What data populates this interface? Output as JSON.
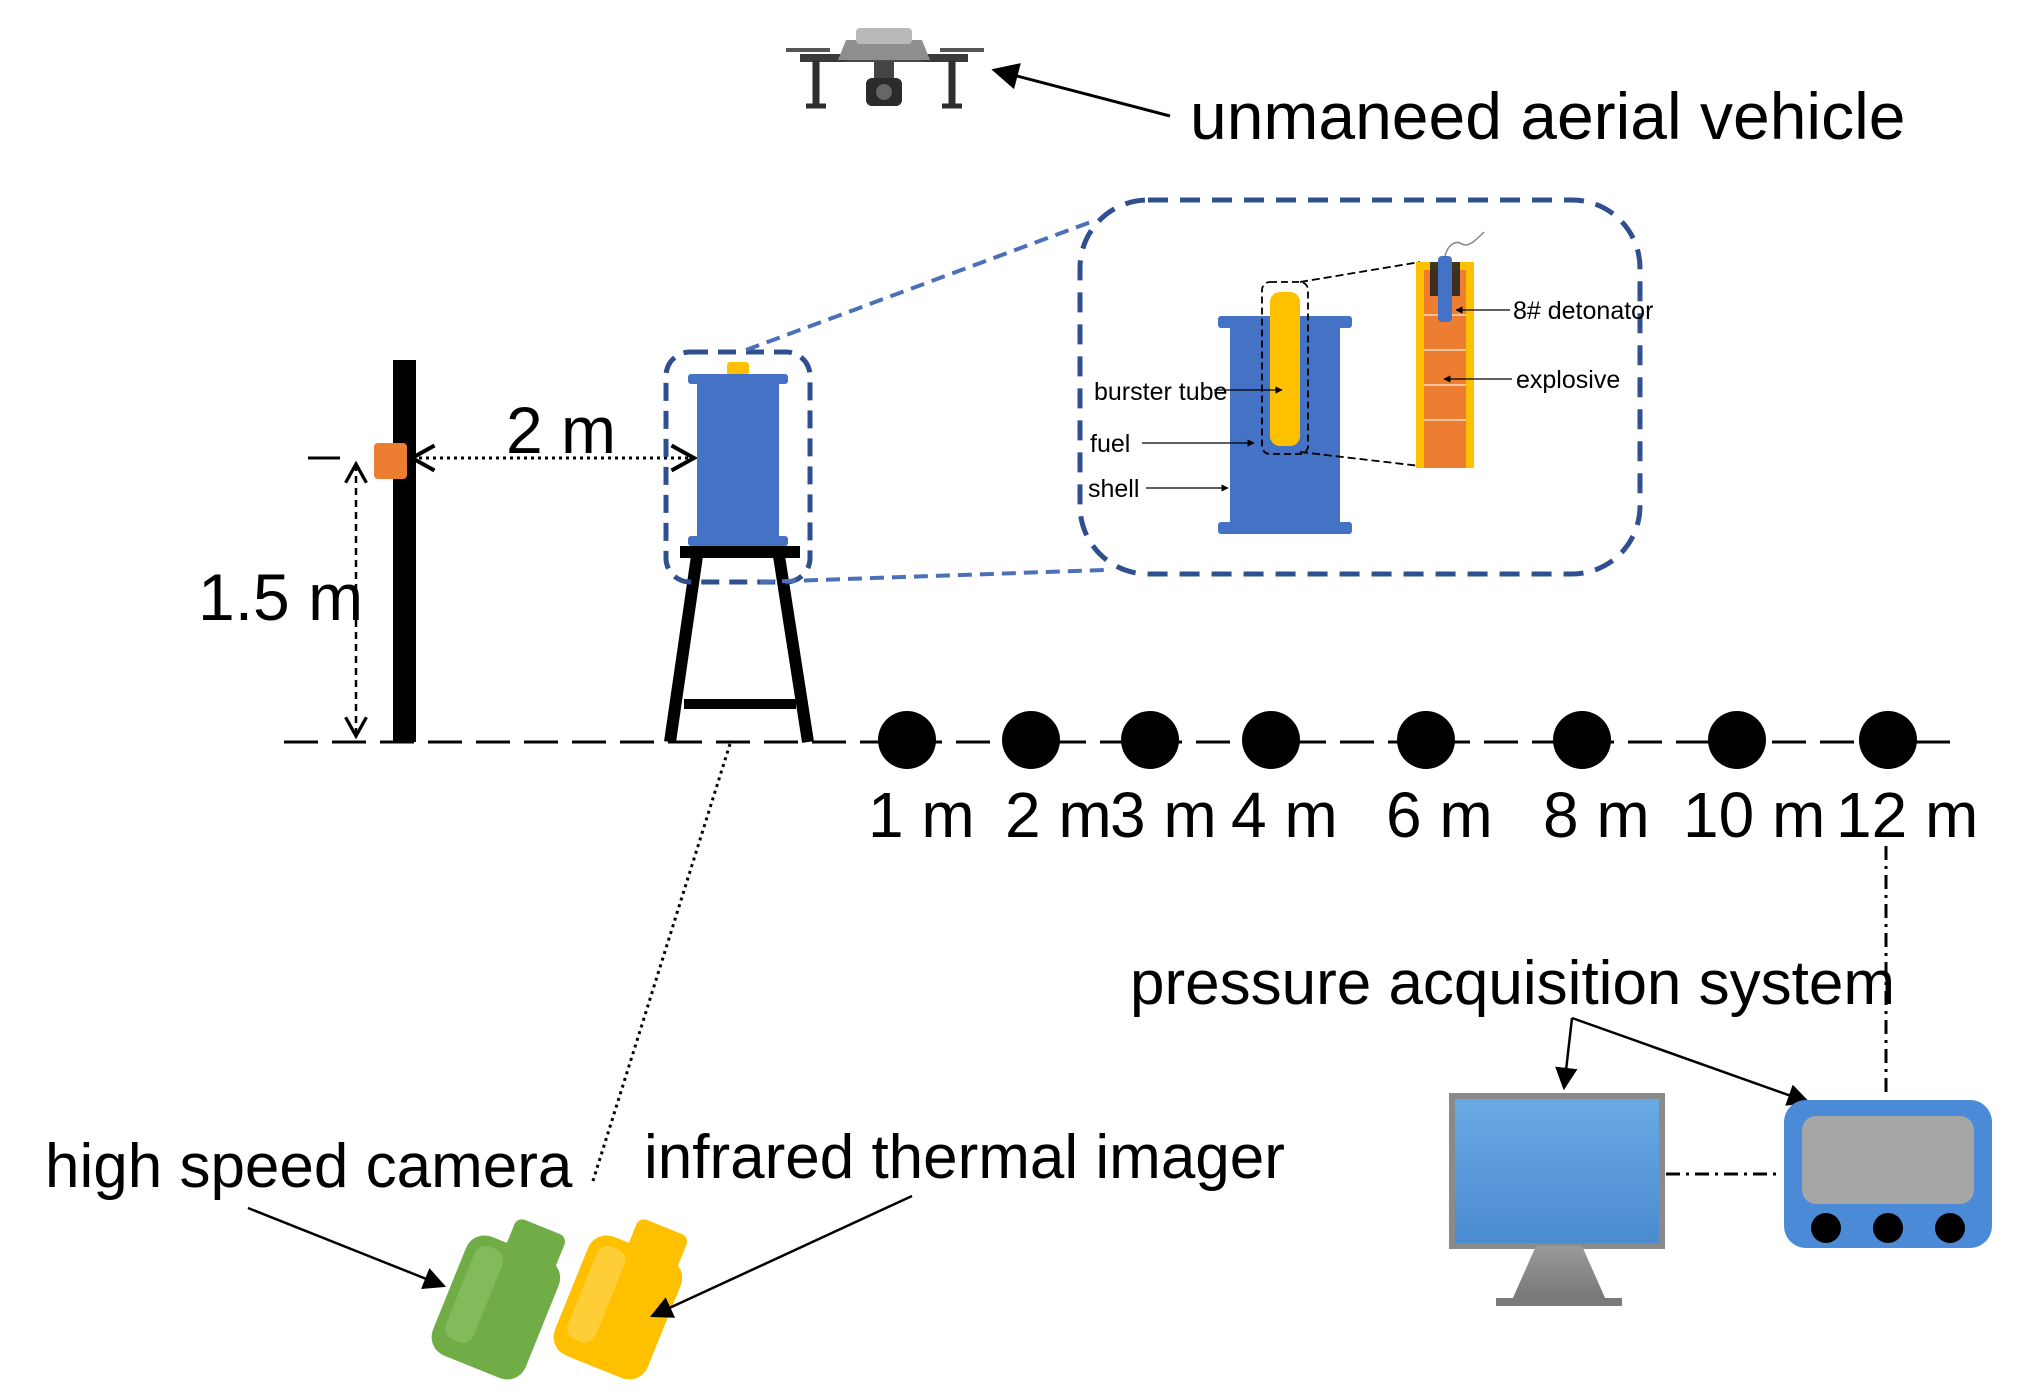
{
  "labels": {
    "uav": "unmaneed aerial vehicle",
    "height": "1.5 m",
    "standoff": "2 m",
    "pressure_system": "pressure acquisition system",
    "high_speed_camera": "high speed camera",
    "thermal_imager": "infrared thermal imager"
  },
  "inset": {
    "burster_tube": "burster tube",
    "fuel": "fuel",
    "shell": "shell",
    "detonator": "8# detonator",
    "explosive": "explosive"
  },
  "sensor_distances": [
    "1 m",
    "2 m",
    "3 m",
    "4 m",
    "6 m",
    "8 m",
    "10 m",
    "12 m"
  ],
  "colors": {
    "device_blue": "#4472c4",
    "dashed_frame": "#2f4f8f",
    "burster_yellow": "#ffc000",
    "explosive_orange": "#ed7d31",
    "camera_green": "#70ad47",
    "monitor_blue": "#5b9bd5",
    "screen_gray": "#a6a6a6"
  },
  "icons": {
    "uav": "drone-icon",
    "camera": "camera-icon",
    "thermal": "thermal-imager-icon",
    "computer": "monitor-icon",
    "acquisition": "data-acquisition-icon"
  }
}
